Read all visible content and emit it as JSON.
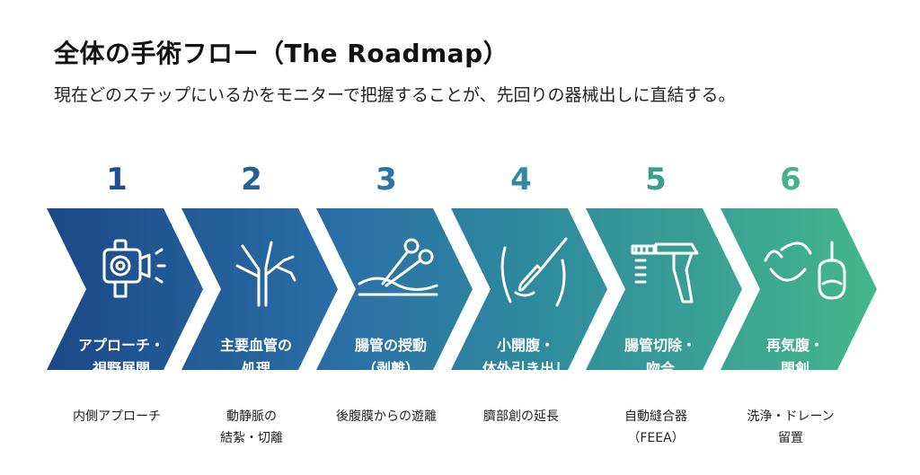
{
  "header": {
    "title": "全体の手術フロー（The Roadmap）",
    "subtitle": "現在どのステップにいるかをモニターで把握することが、先回りの器械出しに直結する。"
  },
  "steps": [
    {
      "number": "1",
      "label_line1": "アプローチ・",
      "label_line2": "視野展開",
      "desc_line1": "内側アプローチ",
      "desc_line2": "",
      "icon": "endoscope-camera-icon",
      "color": "#1d4f8c",
      "num_color": "#1d4f8c"
    },
    {
      "number": "2",
      "label_line1": "主要血管の",
      "label_line2": "処理",
      "desc_line1": "動静脈の",
      "desc_line2": "結紮・切離",
      "icon": "blood-vessel-icon",
      "color": "#24609a",
      "num_color": "#24609a"
    },
    {
      "number": "3",
      "label_line1": "腸管の授動",
      "label_line2": "（剥離）",
      "desc_line1": "後腹膜からの遊離",
      "desc_line2": "",
      "icon": "scissors-dissection-icon",
      "color": "#2b74a4",
      "num_color": "#2b74a4"
    },
    {
      "number": "4",
      "label_line1": "小開腹・",
      "label_line2": "体外引き出し",
      "desc_line1": "臍部創の延長",
      "desc_line2": "",
      "icon": "scalpel-incision-icon",
      "color": "#2f8a9f",
      "num_color": "#2f8a9f"
    },
    {
      "number": "5",
      "label_line1": "腸管切除・",
      "label_line2": "吻合",
      "desc_line1": "自動縫合器",
      "desc_line2": "（FEEA）",
      "icon": "stapler-icon",
      "color": "#37a08f",
      "num_color": "#37a08f"
    },
    {
      "number": "6",
      "label_line1": "再気腹・",
      "label_line2": "閉創",
      "desc_line1": "洗浄・ドレーン",
      "desc_line2": "留置",
      "icon": "suture-drain-icon",
      "color": "#44b488",
      "num_color": "#44b488"
    }
  ]
}
